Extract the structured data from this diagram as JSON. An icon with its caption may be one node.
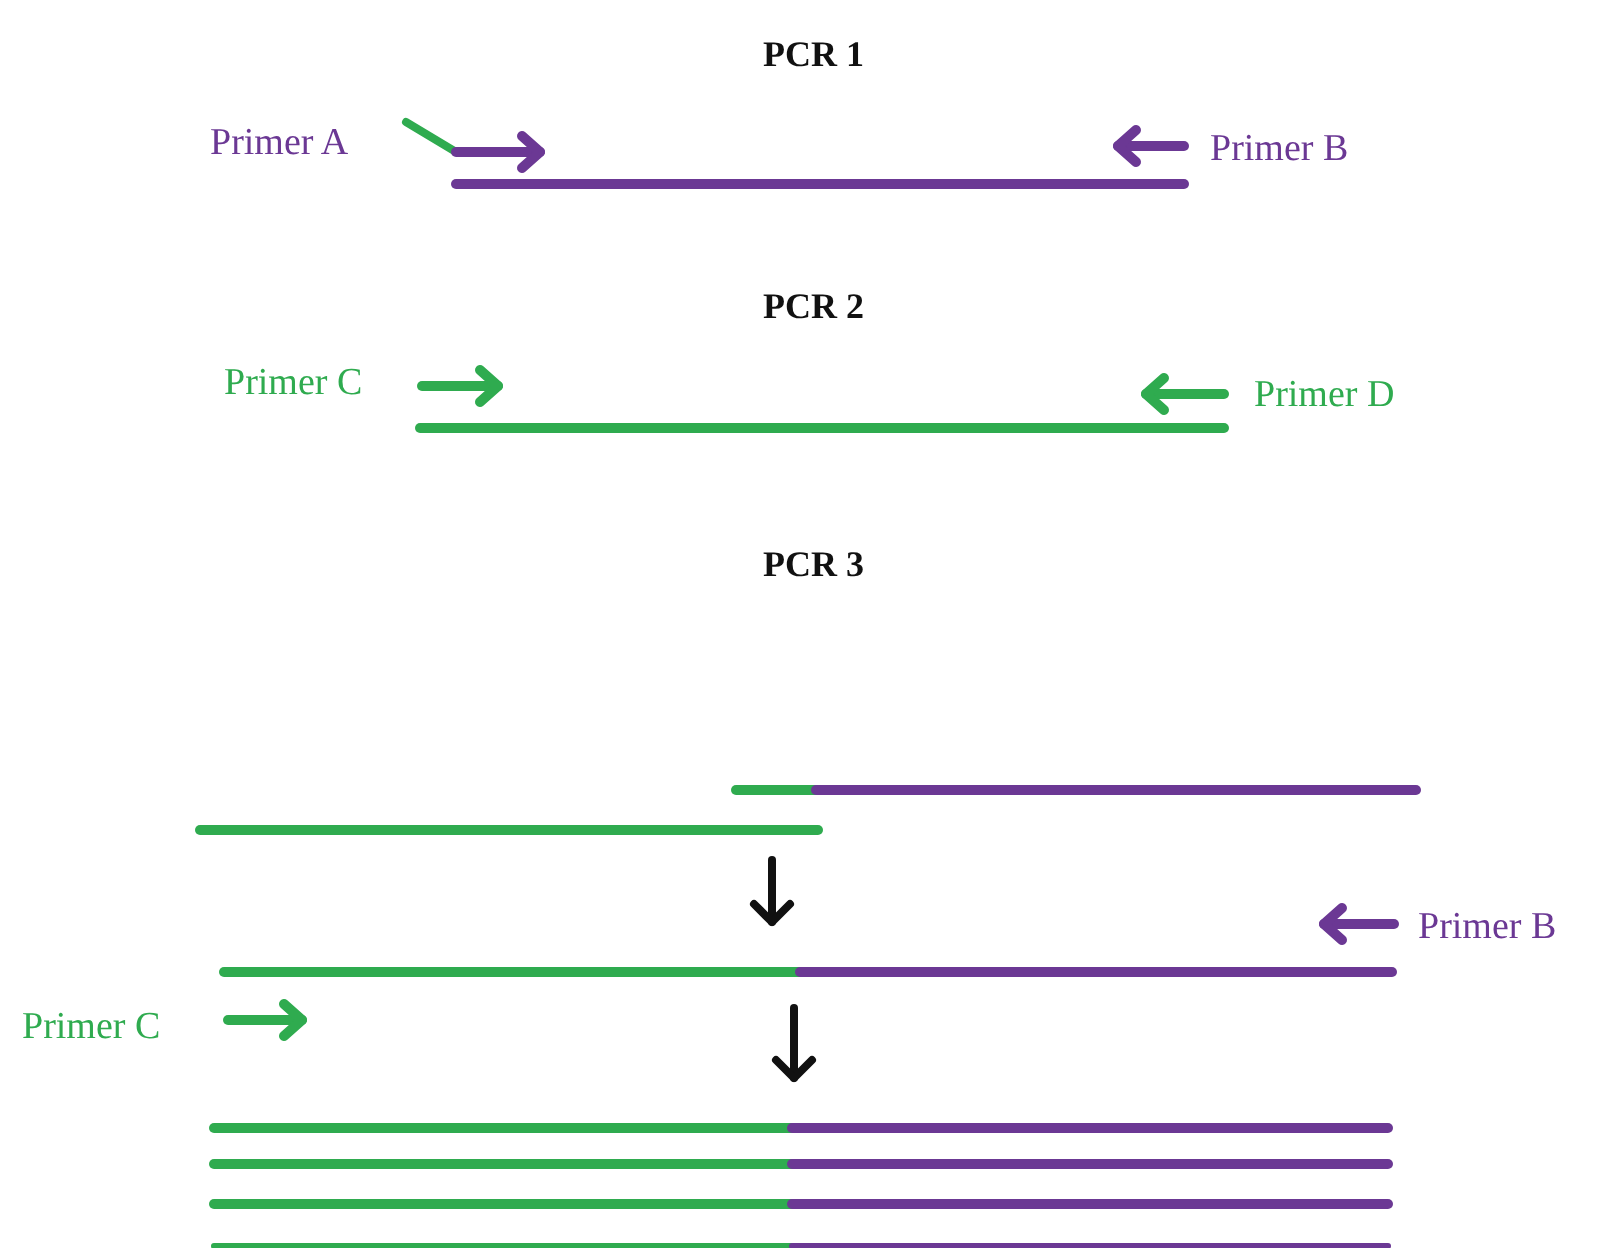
{
  "diagram": {
    "labels": [
      "PCR 1",
      "Primer A",
      "Primer B",
      "PCR 2",
      "Primer C",
      "Primer D",
      "PCR 3",
      "Primer B",
      "Primer C"
    ]
  }
}
